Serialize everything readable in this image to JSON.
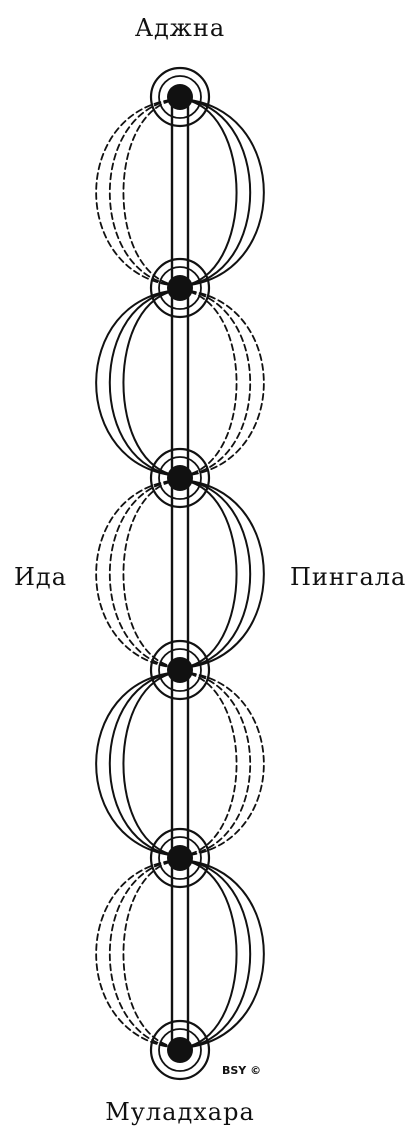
{
  "labels": {
    "top": "Аджна",
    "bottom": "Муладхара",
    "left": "Ида",
    "right": "Пингала",
    "copyright": "BSY ©"
  },
  "chakras": [
    "chakra-1",
    "chakra-2",
    "chakra-3",
    "chakra-4",
    "chakra-5",
    "chakra-6"
  ],
  "nadis": {
    "left_channel": "Ида",
    "right_channel": "Пингала"
  },
  "colors": {
    "ink": "#111111",
    "background": "#ffffff"
  }
}
